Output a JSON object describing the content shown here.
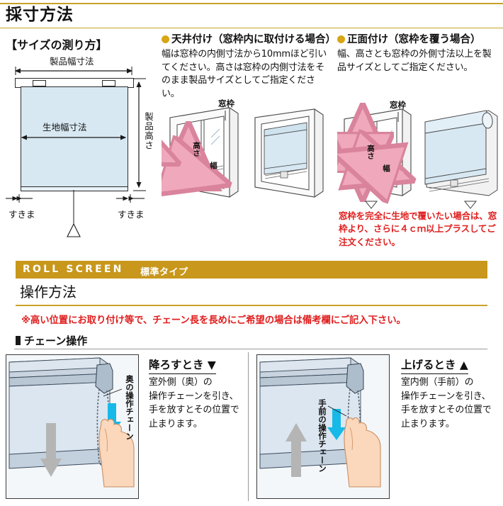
{
  "section": {
    "title": "採寸方法",
    "subhead": "【サイズの測り方】"
  },
  "measure_diagram": {
    "product_width": "製品幅寸法",
    "fabric_width": "生地幅寸法",
    "product_height": "製品高さ",
    "gap_left": "すきま",
    "gap_right": "すきま"
  },
  "mount_inside": {
    "heading": "天井付け（窓枠内に取付ける場合）",
    "body": "幅は窓枠の内側寸法から10mmほど引いてください。高さは窓枠の内側寸法をそのまま製品サイズとしてご指定ください。",
    "frame_label": "窓枠",
    "arrow_height": "高さ",
    "arrow_width": "幅"
  },
  "mount_outside": {
    "heading": "正面付け（窓枠を覆う場合）",
    "body": "幅、高さとも窓枠の外側寸法以上を製品サイズとしてご指定ください。",
    "frame_label": "窓枠",
    "arrow_height": "高さ",
    "arrow_width": "幅",
    "caution": "窓枠を完全に生地で覆いたい場合は、窓枠より、さらに４ｃｍ以上プラスしてご注文ください。"
  },
  "banner": {
    "brand": "ROLL SCREEN",
    "type": "標準タイプ"
  },
  "operation": {
    "title": "操作方法",
    "note": "※高い位置にお取り付け等で、チェーン長を長めにご希望の場合は備考欄にご記入下さい。",
    "chain_heading": "チェーン操作"
  },
  "steps": [
    {
      "title": "降ろすとき ▼",
      "body": "室外側（奥）の\n操作チェーンを引き、\n手を放すとその位置で\n止まります。",
      "chain_caption": "奥の操作チェーン"
    },
    {
      "title": "上げるとき ▲",
      "body": "室内側（手前）の\n操作チェーンを引き、\n手を放すとその位置で\n止まります。",
      "chain_caption": "手前の操作チェーン"
    }
  ],
  "colors": {
    "gold": "#c8971b",
    "gold_rule": "#c9a227",
    "red": "#e02020",
    "fabric_blue": "#d7e8f2",
    "arrow_pink": "#f0a8bc",
    "arrow_cyan": "#16b9e8",
    "arrow_grey": "#b5b5b5"
  }
}
